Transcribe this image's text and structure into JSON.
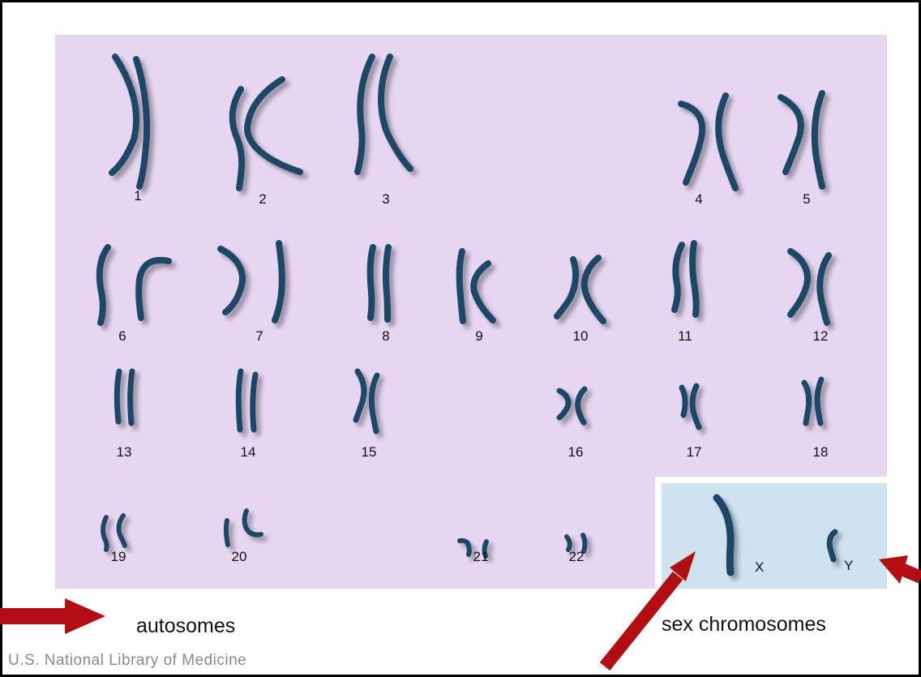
{
  "labels": {
    "autosomes": "autosomes",
    "sex_chromosomes": "sex chromosomes",
    "credit": "U.S. National Library of Medicine",
    "x": "X",
    "y": "Y"
  },
  "chromosome_numbers": [
    "1",
    "2",
    "3",
    "4",
    "5",
    "6",
    "7",
    "8",
    "9",
    "10",
    "11",
    "12",
    "13",
    "14",
    "15",
    "16",
    "17",
    "18",
    "19",
    "20",
    "21",
    "22"
  ],
  "colors": {
    "autosome_panel": "#e6d6f1",
    "sex_panel": "#cfe2f0",
    "chromosome": "#1b4766",
    "arrow": "#b30f12",
    "frame": "#000000"
  }
}
